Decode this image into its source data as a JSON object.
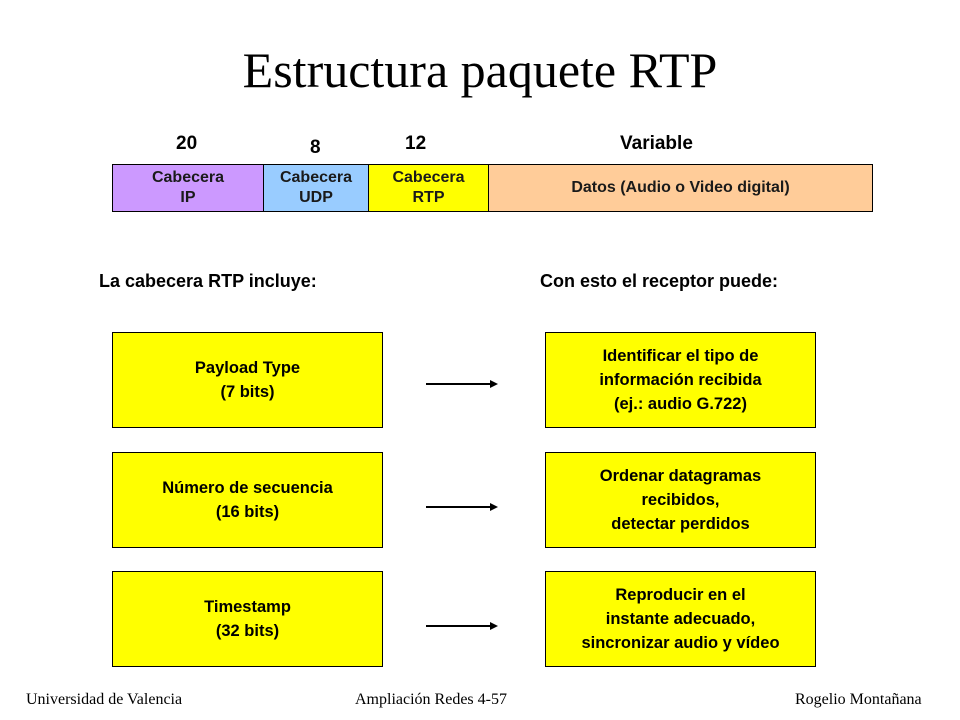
{
  "title": "Estructura paquete RTP",
  "packet": {
    "sizes": [
      "20",
      "8",
      "12",
      "Variable"
    ],
    "segments": [
      {
        "label": "Cabecera\nIP",
        "color": "#cc99ff"
      },
      {
        "label": "Cabecera\nUDP",
        "color": "#99ccff"
      },
      {
        "label": "Cabecera\nRTP",
        "color": "#ffff00"
      },
      {
        "label": "Datos (Audio o Video digital)",
        "color": "#ffcc99"
      }
    ]
  },
  "left_heading": "La cabecera RTP incluye:",
  "right_heading": "Con esto el receptor puede:",
  "rows": [
    {
      "field": "Payload Type\n(7 bits)",
      "purpose": "Identificar el tipo de\ninformación recibida\n (ej.: audio G.722)"
    },
    {
      "field": "Número de secuencia\n(16 bits)",
      "purpose": "Ordenar datagramas\nrecibidos,\ndetectar perdidos"
    },
    {
      "field": "Timestamp\n(32 bits)",
      "purpose": "Reproducir en el\ninstante adecuado,\nsincronizar audio y vídeo"
    }
  ],
  "box_color": "#ffff00",
  "footer": {
    "left": "Universidad de Valencia",
    "center": "Ampliación Redes 4-57",
    "right": "Rogelio Montañana"
  }
}
